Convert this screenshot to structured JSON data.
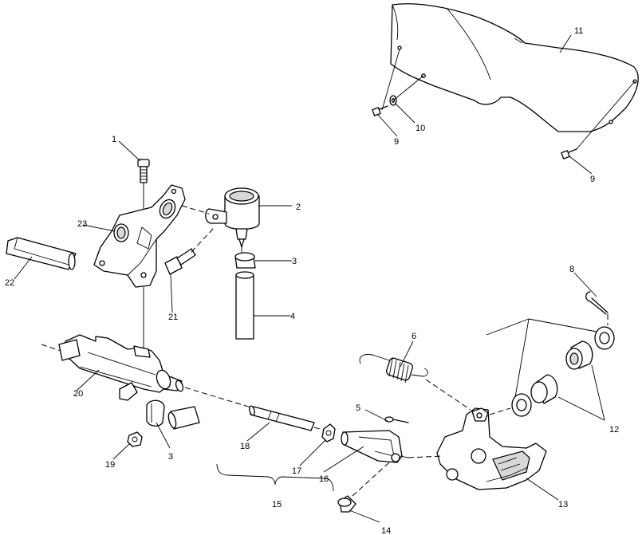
{
  "callouts": {
    "c1": "1",
    "c2": "2",
    "c3a": "3",
    "c3b": "3",
    "c4": "4",
    "c5": "5",
    "c6": "6",
    "c8": "8",
    "c9a": "9",
    "c9b": "9",
    "c10": "10",
    "c11": "11",
    "c12": "12",
    "c13": "13",
    "c14": "14",
    "c15": "15",
    "c16": "16",
    "c17": "17",
    "c18": "18",
    "c19": "19",
    "c20": "20",
    "c21": "21",
    "c22": "22",
    "c23": "23"
  }
}
